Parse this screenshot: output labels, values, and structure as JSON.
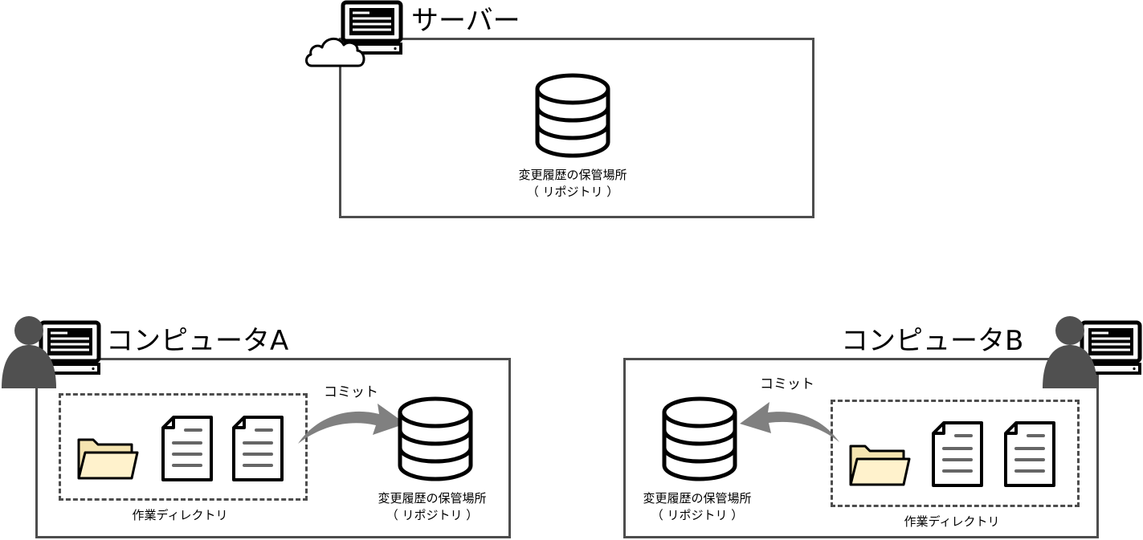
{
  "server": {
    "title": "サーバー",
    "repo_label_line1": "変更履歴の保管場所",
    "repo_label_line2": "（ リポジトリ ）",
    "icons": [
      "cloud-icon",
      "computer-icon",
      "database-icon"
    ]
  },
  "computer_a": {
    "title": "コンピュータA",
    "commit_label": "コミット",
    "working_dir_label": "作業ディレクトリ",
    "repo_label_line1": "変更履歴の保管場所",
    "repo_label_line2": "（ リポジトリ ）",
    "icons": [
      "user-icon",
      "computer-icon",
      "folder-icon",
      "document-icon",
      "document-icon",
      "arrow-icon",
      "database-icon"
    ]
  },
  "computer_b": {
    "title": "コンピュータB",
    "commit_label": "コミット",
    "working_dir_label": "作業ディレクトリ",
    "repo_label_line1": "変更履歴の保管場所",
    "repo_label_line2": "（ リポジトリ ）",
    "icons": [
      "user-icon",
      "computer-icon",
      "folder-icon",
      "document-icon",
      "document-icon",
      "arrow-icon",
      "database-icon"
    ]
  },
  "colors": {
    "frame": "#4d4d4d",
    "icon_stroke": "#000000",
    "user": "#505050",
    "arrow": "#808080",
    "folder_fill": "#fff2cc"
  }
}
